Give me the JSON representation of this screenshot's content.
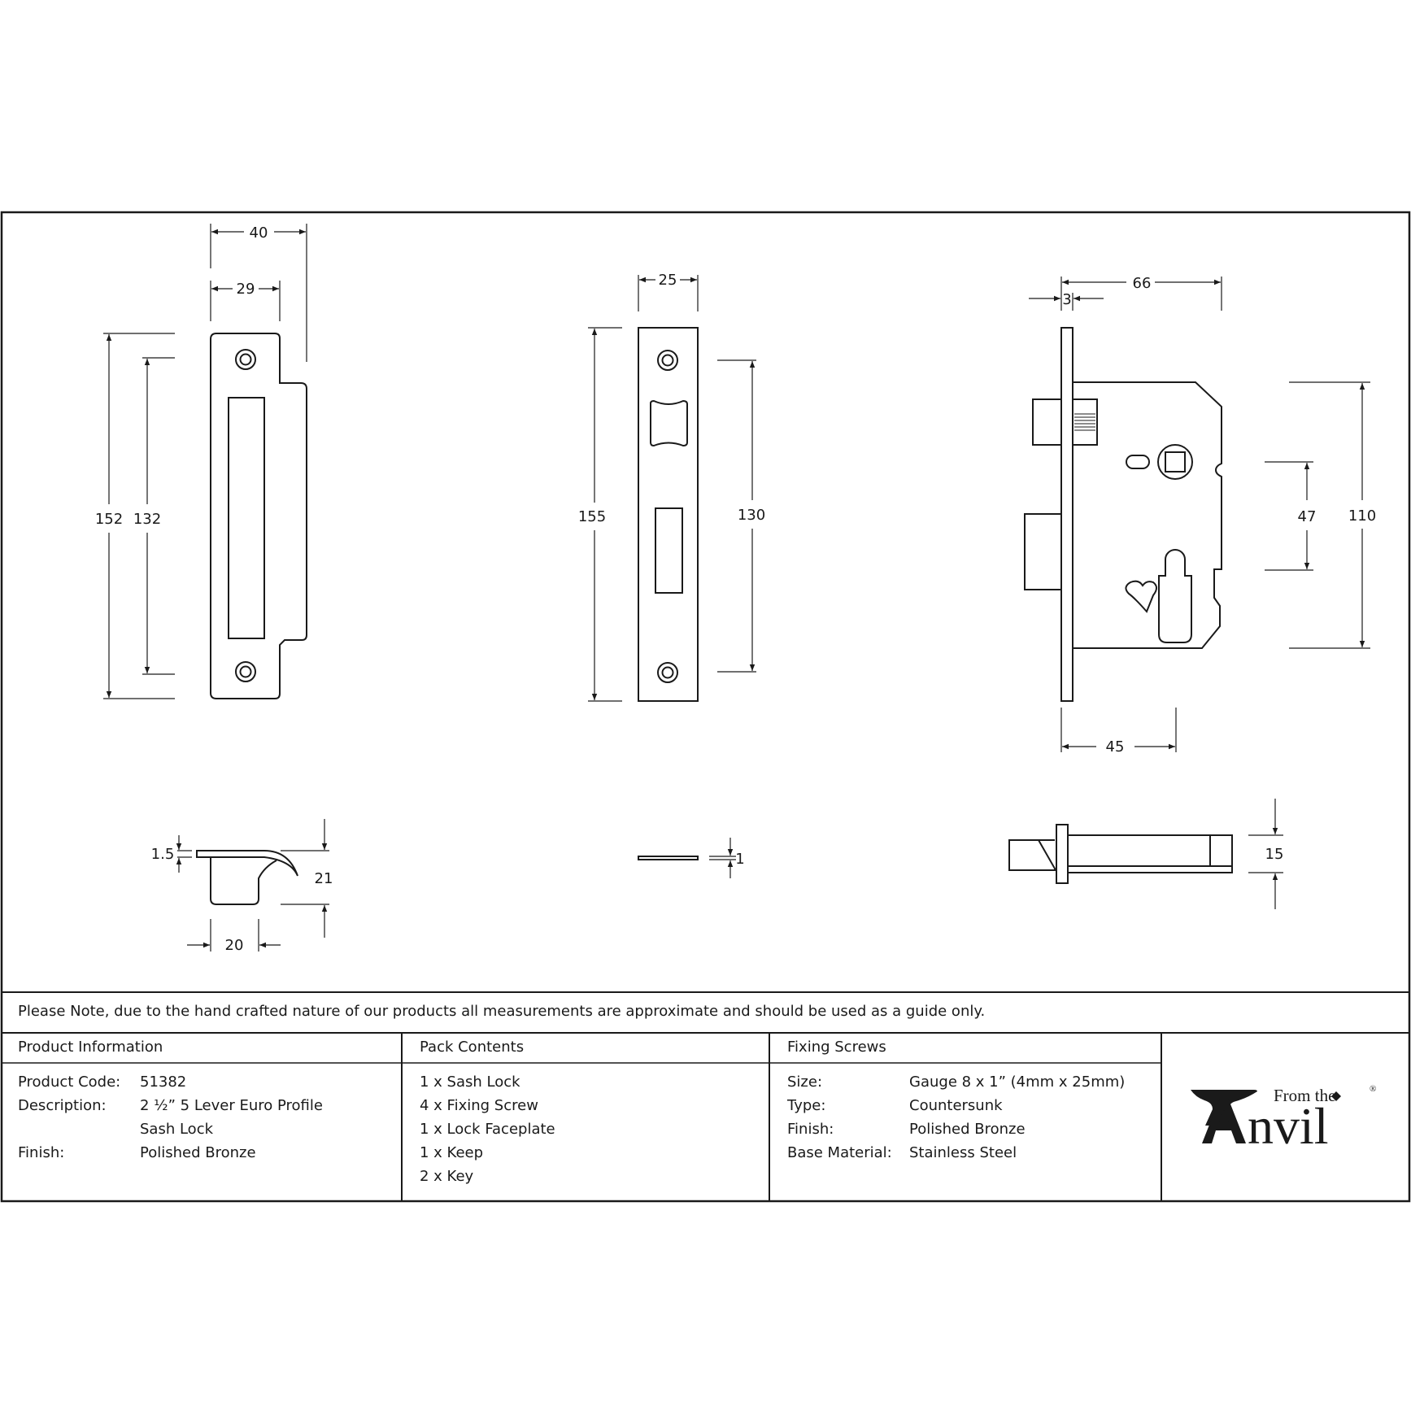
{
  "drawing": {
    "keep": {
      "width_outer": "40",
      "width_inner": "29",
      "height_outer": "152",
      "height_inner": "132",
      "lip_thickness": "1.5",
      "depth": "21",
      "box_width": "20"
    },
    "faceplate": {
      "width": "25",
      "height": "155",
      "fixing_centres": "130",
      "thickness": "1"
    },
    "lock_body": {
      "backset_total": "66",
      "forend_thickness": "3",
      "case_height": "110",
      "centres": "47",
      "backset": "45",
      "case_depth": "15"
    }
  },
  "note": "Please Note, due to the hand crafted nature of our products all measurements are approximate and should be used as a guide only.",
  "product_information": {
    "title": "Product Information",
    "rows": [
      {
        "label": "Product Code:",
        "value": "51382"
      },
      {
        "label": "Description:",
        "value": "2 ½” 5 Lever Euro Profile"
      },
      {
        "label": "",
        "value": "Sash Lock"
      },
      {
        "label": "Finish:",
        "value": "Polished Bronze"
      }
    ]
  },
  "pack_contents": {
    "title": "Pack Contents",
    "items": [
      "1 x Sash Lock",
      "4 x Fixing Screw",
      "1 x Lock Faceplate",
      "1 x Keep",
      "2 x Key"
    ]
  },
  "fixing_screws": {
    "title": "Fixing Screws",
    "rows": [
      {
        "label": "Size:",
        "value": "Gauge 8 x 1” (4mm x 25mm)"
      },
      {
        "label": "Type:",
        "value": "Countersunk"
      },
      {
        "label": "Finish:",
        "value": "Polished Bronze"
      },
      {
        "label": "Base Material:",
        "value": "Stainless Steel"
      }
    ]
  },
  "logo": {
    "small_text": "From the",
    "large_text": "nvil",
    "initial": "A",
    "mark": "®"
  },
  "colors": {
    "line": "#1a1a1a",
    "background": "#ffffff"
  }
}
